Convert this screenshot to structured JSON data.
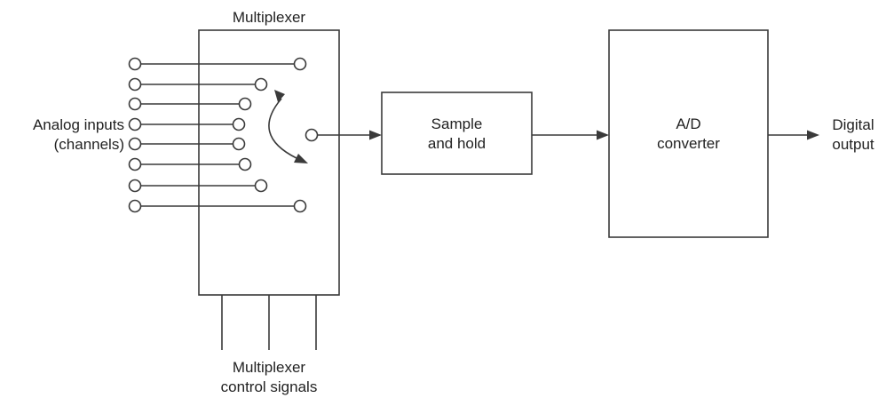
{
  "labels": {
    "multiplexer": "Multiplexer",
    "analog_inputs_line1": "Analog inputs",
    "analog_inputs_line2": "(channels)",
    "sample_hold_line1": "Sample",
    "sample_hold_line2": "and hold",
    "adc_line1": "A/D",
    "adc_line2": "converter",
    "digital_output_line1": "Digital",
    "digital_output_line2": "output",
    "control_line1": "Multiplexer",
    "control_line2": "control signals"
  },
  "diagram": {
    "input_channel_count": 8,
    "control_signal_count": 3
  }
}
